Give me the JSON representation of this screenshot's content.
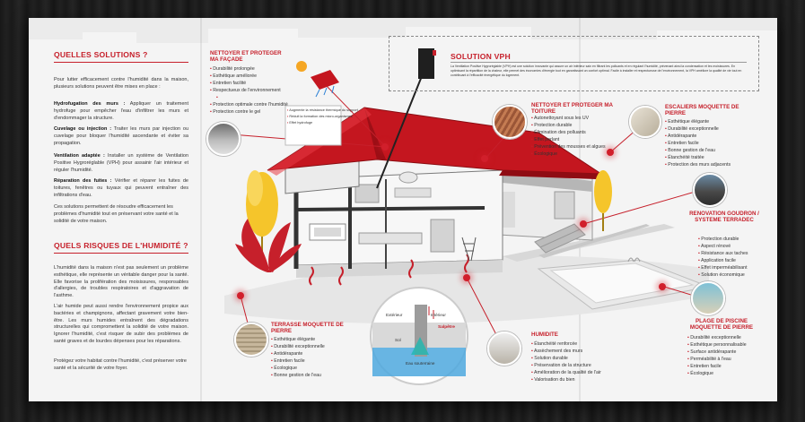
{
  "left": {
    "title1": "QUELLES SOLUTIONS ?",
    "intro": "Pour lutter efficacement contre l'humidité dans la maison, plusieurs solutions peuvent être mises en place :",
    "solutions": [
      {
        "label": "Hydrofugation des murs :",
        "text": "Appliquer un traitement hydrofuge pour empêcher l'eau d'infiltrer les murs et d'endommager la structure."
      },
      {
        "label": "Cuvelage ou injection :",
        "text": "Traiter les murs par injection ou cuvelage pour bloquer l'humidité ascendante et éviter sa propagation."
      },
      {
        "label": "Ventilation adaptée :",
        "text": "Installer un système de Ventilation Positive Hygroréglable (VPH) pour assainir l'air intérieur et réguler l'humidité."
      },
      {
        "label": "Réparation des fuites :",
        "text": "Vérifier et réparer les fuites de toitures, fenêtres ou tuyaux qui peuvent entraîner des infiltrations d'eau."
      }
    ],
    "outro": "Ces solutions permettent de résoudre efficacement les problèmes d'humidité tout en préservant votre santé et la solidité de votre maison.",
    "title2": "QUELS RISQUES DE L'HUMIDITÉ ?",
    "risk_p1": "L'humidité dans la maison n'est pas seulement un problème esthétique, elle représente un véritable danger pour la santé. Elle favorise la prolifération des moisissures, responsables d'allergies, de troubles respiratoires et d'aggravation de l'asthme.",
    "risk_p2": "L'air humide peut aussi rendre l'environnement propice aux bactéries et champignons, affectant gravement votre bien-être. Les murs humides entraînent des dégradations structurelles qui compromettent la solidité de votre maison. Ignorer l'humidité, c'est risquer de subir des problèmes de santé graves et de lourdes dépenses pour les réparations.",
    "risk_p3": "Protégez votre habitat contre l'humidité, c'est préserver votre santé et la sécurité de votre foyer."
  },
  "facade": {
    "title": "NETTOYER ET PROTEGER MA FAÇADE",
    "items": [
      "Durabilité prolongée",
      "Esthétique améliorée",
      "Entretien facilité",
      "Respectueux de l'environnement",
      "Protection optimale contre l'humidité",
      "Protection contre le gel"
    ]
  },
  "facade_legend": [
    "Augmente la résistance thermique du support",
    "Réduit la formation des micro-organismes",
    "Effet hydrofuge"
  ],
  "vph": {
    "title": "SOLUTION VPH",
    "text": "La Ventilation Positive Hygroréglable (VPH) est une solution innovante qui assure un air intérieur sain en filtrant les polluants et en régulant l'humidité, prévenant ainsi la condensation et les moisissures. En optimisant la répartition de la chaleur, elle permet des économies d'énergie tout en garantissant un confort optimal. Facile à installer et respectueuse de l'environnement, la VPH améliore la qualité de vie tout en contribuant à l'efficacité énergétique du logement."
  },
  "toiture": {
    "title": "NETTOYER ET PROTEGER MA TOITURE",
    "items": [
      "Autonettoyant sous les UV",
      "Protection durable",
      "Élimination des polluants",
      "Effet perlant",
      "Prévention des mousses et algues",
      "Écologique"
    ]
  },
  "escaliers": {
    "title": "ESCALIERS MOQUETTE DE PIERRE",
    "items": [
      "Esthétique élégante",
      "Durabilité exceptionnelle",
      "Antidérapante",
      "Entretien facile",
      "Bonne gestion de l'eau",
      "Étanchéité traitée",
      "Protection des murs adjacents"
    ]
  },
  "goudron": {
    "title": "RENOVATION GOUDRON / SYSTEME TERRADEC",
    "items": [
      "Protection durable",
      "Aspect rénové",
      "Résistance aux taches",
      "Application facile",
      "Effet imperméabilisant",
      "Solution économique"
    ]
  },
  "terrasse": {
    "title": "TERRASSE MOQUETTE DE PIERRE",
    "items": [
      "Esthétique élégante",
      "Durabilité exceptionnelle",
      "Antidérapante",
      "Entretien facile",
      "Écologique",
      "Bonne gestion de l'eau"
    ]
  },
  "humidite": {
    "title": "HUMIDITE",
    "items": [
      "Étanchéité renforcée",
      "Assèchement des murs",
      "Solution durable",
      "Préservation de la structure",
      "Amélioration de la qualité de l'air",
      "Valorisation du bien"
    ]
  },
  "piscine": {
    "title": "PLAGE DE PISCINE MOQUETTE DE PIERRE",
    "items": [
      "Durabilité exceptionnelle",
      "Esthétique personnalisable",
      "Surface antidérapante",
      "Perméabilité à l'eau",
      "Entretien facile",
      "Écologique"
    ]
  },
  "wall_diagram": {
    "exterieur": "Extérieur",
    "interieur": "Intérieur",
    "salpetre": "Salpêtre",
    "sol": "Sol",
    "eau": "Eau souterraine"
  },
  "colors": {
    "accent": "#c6202b",
    "roof": "#c4161f",
    "paper": "#f4f4f4"
  }
}
